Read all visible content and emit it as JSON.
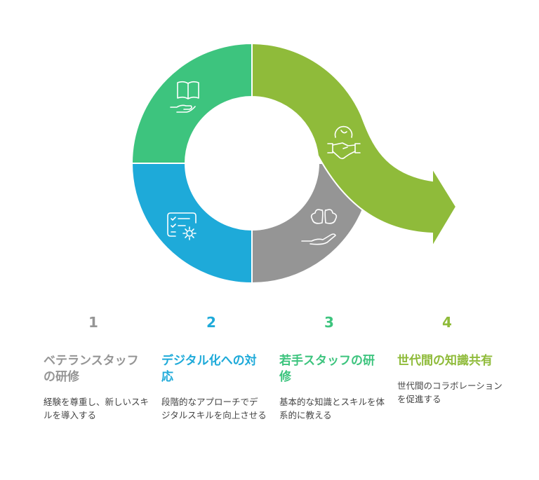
{
  "colors": {
    "step1": "#959595",
    "step2": "#1eaad9",
    "step3": "#3dc47e",
    "step4": "#8fbb3a"
  },
  "steps": [
    {
      "number": "1",
      "title": "ベテランスタッフの研修",
      "description": "経験を尊重し、新しいスキルを導入する",
      "icon": "open-book-in-hand-icon"
    },
    {
      "number": "2",
      "title": "デジタル化への対応",
      "description": "段階的なアプローチでデジタルスキルを向上させる",
      "icon": "checklist-gear-icon"
    },
    {
      "number": "3",
      "title": "若手スタッフの研修",
      "description": "基本的な知識とスキルを体系的に教える",
      "icon": "brain-in-hand-icon"
    },
    {
      "number": "4",
      "title": "世代間の知識共有",
      "description": "世代間のコラボレーションを促進する",
      "icon": "handshake-globe-icon"
    }
  ]
}
